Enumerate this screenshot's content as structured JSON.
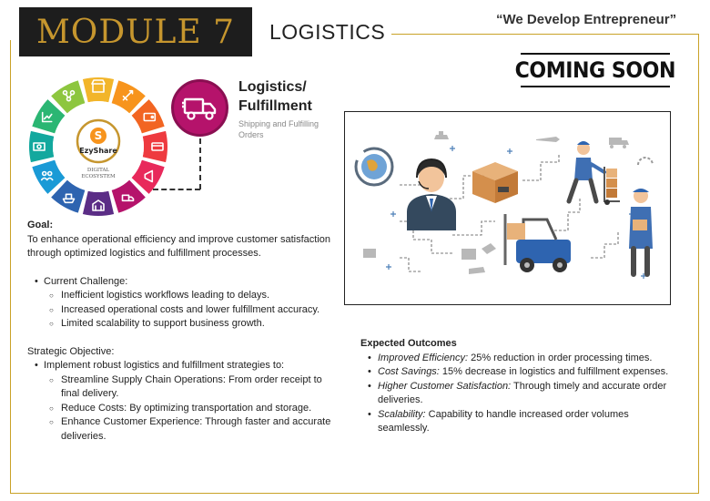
{
  "header": {
    "module_title": "MODULE 7",
    "section_title": "LOGISTICS",
    "tagline": "“We Develop Entrepreneur”",
    "coming_soon": "COMING SOON"
  },
  "ecosystem": {
    "brand": "EzyShare",
    "logo_letter": "S",
    "caption_line1": "DIGITAL",
    "caption_line2": "ECOSYSTEM",
    "segment_colors": [
      "#f2b52a",
      "#f7941d",
      "#f26522",
      "#ee3a3f",
      "#e8295b",
      "#b5136b",
      "#5b2d86",
      "#2e64b0",
      "#1a9ad6",
      "#13a89e",
      "#2bb673",
      "#8dc63f"
    ],
    "active_segment_icon": "truck-icon"
  },
  "card": {
    "title_line1": "Logistics/",
    "title_line2": "Fulfillment",
    "subtitle_line1": "Shipping and Fulfilling",
    "subtitle_line2": "Orders",
    "accent_color": "#b5136b"
  },
  "goal": {
    "heading": "Goal:",
    "text": "To enhance operational efficiency and improve customer satisfaction through optimized logistics and fulfillment processes."
  },
  "challenge": {
    "heading": "Current Challenge:",
    "items": [
      "Inefficient logistics workflows leading to delays.",
      "Increased operational costs and lower fulfillment accuracy.",
      "Limited scalability to support business growth."
    ]
  },
  "strategy": {
    "heading": "Strategic Objective:",
    "lead": "Implement robust logistics and fulfillment strategies to:",
    "items": [
      "Streamline Supply Chain Operations: From order receipt to final delivery.",
      "Reduce Costs: By optimizing transportation and storage.",
      "Enhance Customer Experience: Through faster and accurate deliveries."
    ]
  },
  "outcomes": {
    "heading": "Expected Outcomes",
    "items": [
      {
        "label": "Improved Efficiency:",
        "text": " 25% reduction in order processing times."
      },
      {
        "label": "Cost Savings:",
        "text": " 15% decrease in logistics and fulfillment expenses."
      },
      {
        "label": "Higher Customer Satisfaction:",
        "text": " Through timely and accurate order deliveries."
      },
      {
        "label": "Scalability:",
        "text": " Capability to handle increased order volumes seamlessly."
      }
    ]
  },
  "colors": {
    "gold": "#c6962e",
    "frame": "#c9a227",
    "dark": "#1d1d1d"
  }
}
